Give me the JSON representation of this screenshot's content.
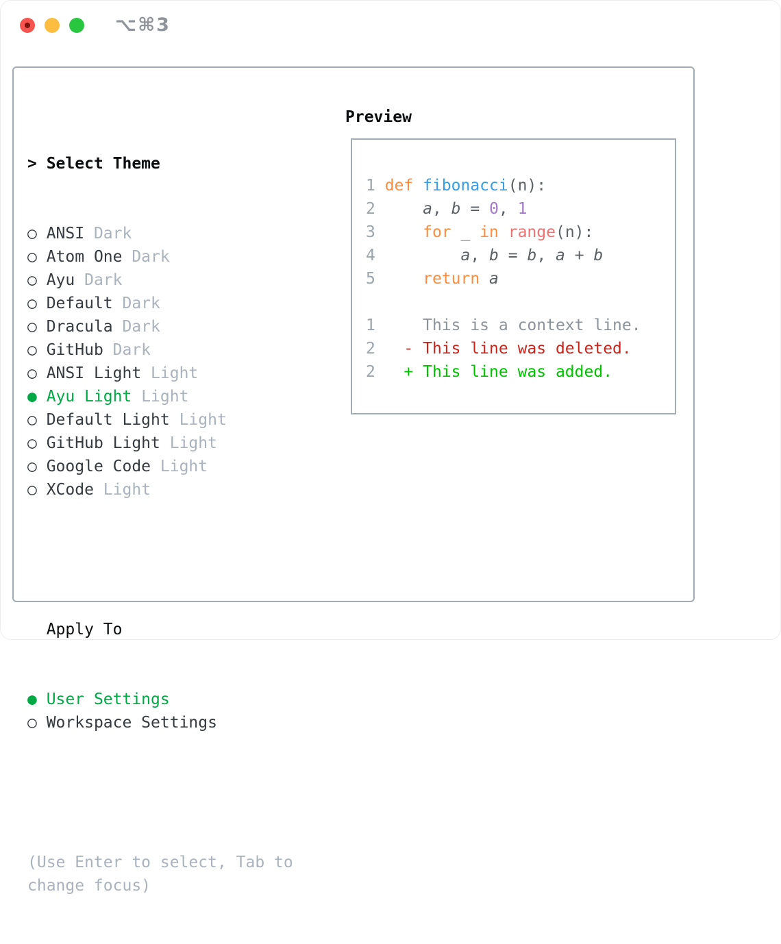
{
  "window": {
    "title": "⌥⌘3"
  },
  "colors": {
    "border": "#a3abb5",
    "titlebar_title": "#8e9499",
    "traffic_red": "#f8544f",
    "traffic_red_dot": "#7a140c",
    "traffic_yellow": "#fcbd40",
    "traffic_green": "#29c73f",
    "header_text": "#0b0d0f",
    "item_name": "#343a40",
    "item_variant": "#aab3bd",
    "selected_green": "#00a945",
    "hint_text": "#aab3bd",
    "lineno": "#9aa5ae",
    "code_text": "#5c6166",
    "keyword": "#fa8d3e",
    "function": "#399ee6",
    "number": "#a37acc",
    "special": "#f07171",
    "context": "#8c939b",
    "deleted": "#c9251c",
    "added": "#00c300"
  },
  "sidebar": {
    "header": {
      "prefix": "> ",
      "label": "Select Theme"
    },
    "radio_unselected": "○",
    "radio_selected": "●",
    "themes": [
      {
        "name": "ANSI",
        "variant": "Dark",
        "selected": false
      },
      {
        "name": "Atom One",
        "variant": "Dark",
        "selected": false
      },
      {
        "name": "Ayu",
        "variant": "Dark",
        "selected": false
      },
      {
        "name": "Default",
        "variant": "Dark",
        "selected": false
      },
      {
        "name": "Dracula",
        "variant": "Dark",
        "selected": false
      },
      {
        "name": "GitHub",
        "variant": "Dark",
        "selected": false
      },
      {
        "name": "ANSI Light",
        "variant": "Light",
        "selected": false
      },
      {
        "name": "Ayu Light",
        "variant": "Light",
        "selected": true
      },
      {
        "name": "Default Light",
        "variant": "Light",
        "selected": false
      },
      {
        "name": "GitHub Light",
        "variant": "Light",
        "selected": false
      },
      {
        "name": "Google Code",
        "variant": "Light",
        "selected": false
      },
      {
        "name": "XCode",
        "variant": "Light",
        "selected": false
      }
    ],
    "apply_to": {
      "label": "Apply To",
      "options": [
        {
          "name": "User Settings",
          "selected": true
        },
        {
          "name": "Workspace Settings",
          "selected": false
        }
      ]
    },
    "hint": "(Use Enter to select, Tab to change focus)"
  },
  "preview": {
    "title": "Preview",
    "lines": [
      {
        "num": "1",
        "tokens": [
          {
            "text": "def ",
            "color": "keyword"
          },
          {
            "text": "fibonacci",
            "color": "function"
          },
          {
            "text": "(n):",
            "color": "code_text"
          }
        ]
      },
      {
        "num": "2",
        "tokens": [
          {
            "text": "    ",
            "color": "code_text"
          },
          {
            "text": "a",
            "color": "code_text",
            "italic": true
          },
          {
            "text": ", ",
            "color": "code_text"
          },
          {
            "text": "b",
            "color": "code_text",
            "italic": true
          },
          {
            "text": " = ",
            "color": "code_text"
          },
          {
            "text": "0",
            "color": "number"
          },
          {
            "text": ", ",
            "color": "code_text"
          },
          {
            "text": "1",
            "color": "number"
          }
        ]
      },
      {
        "num": "3",
        "tokens": [
          {
            "text": "    ",
            "color": "code_text"
          },
          {
            "text": "for ",
            "color": "keyword"
          },
          {
            "text": "_ ",
            "color": "code_text"
          },
          {
            "text": "in ",
            "color": "keyword"
          },
          {
            "text": "range",
            "color": "special"
          },
          {
            "text": "(n):",
            "color": "code_text"
          }
        ]
      },
      {
        "num": "4",
        "tokens": [
          {
            "text": "        ",
            "color": "code_text"
          },
          {
            "text": "a",
            "color": "code_text",
            "italic": true
          },
          {
            "text": ", ",
            "color": "code_text"
          },
          {
            "text": "b",
            "color": "code_text",
            "italic": true
          },
          {
            "text": " = ",
            "color": "code_text"
          },
          {
            "text": "b",
            "color": "code_text",
            "italic": true
          },
          {
            "text": ", ",
            "color": "code_text"
          },
          {
            "text": "a",
            "color": "code_text",
            "italic": true
          },
          {
            "text": " + ",
            "color": "code_text"
          },
          {
            "text": "b",
            "color": "code_text",
            "italic": true
          }
        ]
      },
      {
        "num": "5",
        "tokens": [
          {
            "text": "    ",
            "color": "code_text"
          },
          {
            "text": "return ",
            "color": "keyword"
          },
          {
            "text": "a",
            "color": "code_text",
            "italic": true
          }
        ]
      },
      {
        "num": "",
        "tokens": []
      },
      {
        "num": "1",
        "tokens": [
          {
            "text": "    This is a context line.",
            "color": "context"
          }
        ]
      },
      {
        "num": "2",
        "tokens": [
          {
            "text": "  - This line was deleted.",
            "color": "deleted"
          }
        ]
      },
      {
        "num": "2",
        "tokens": [
          {
            "text": "  + This line was added.",
            "color": "added"
          }
        ]
      }
    ]
  }
}
